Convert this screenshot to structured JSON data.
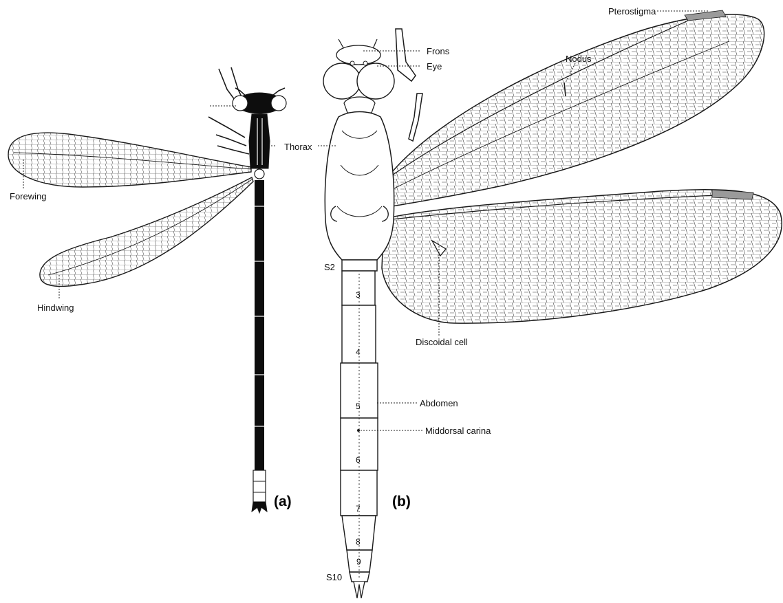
{
  "panels": {
    "a": "(a)",
    "b": "(b)"
  },
  "labels": {
    "forewing": "Forewing",
    "hindwing": "Hindwing",
    "thorax": "Thorax",
    "frons": "Frons",
    "eye": "Eye",
    "pterostigma": "Pterostigma",
    "nodus": "Nodus",
    "discoidal_cell": "Discoidal cell",
    "abdomen": "Abdomen",
    "middorsal_carina": "Middorsal carina",
    "s2": "S2",
    "s10": "S10"
  },
  "segments": [
    "3",
    "4",
    "5",
    "6",
    "7",
    "8",
    "9"
  ],
  "colors": {
    "line": "#1a1a1a",
    "fill": "#ffffff",
    "dark": "#0d0d0d"
  }
}
